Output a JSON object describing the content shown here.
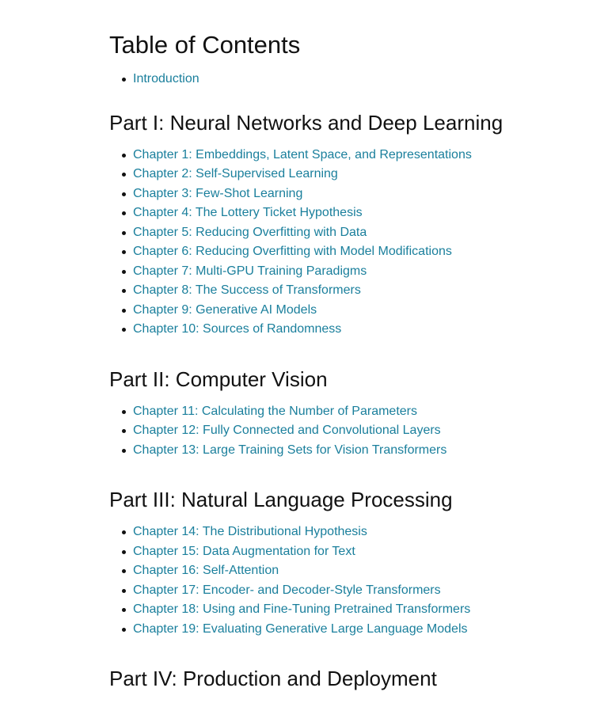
{
  "toc": {
    "title": "Table of Contents",
    "intro": [
      "Introduction"
    ],
    "parts": [
      {
        "title": "Part I: Neural Networks and Deep Learning",
        "chapters": [
          "Chapter 1: Embeddings, Latent Space, and Representations",
          "Chapter 2: Self-Supervised Learning",
          "Chapter 3: Few-Shot Learning",
          "Chapter 4: The Lottery Ticket Hypothesis",
          "Chapter 5: Reducing Overfitting with Data",
          "Chapter 6: Reducing Overfitting with Model Modifications",
          "Chapter 7: Multi-GPU Training Paradigms",
          "Chapter 8: The Success of Transformers",
          "Chapter 9: Generative AI Models",
          "Chapter 10: Sources of Randomness"
        ]
      },
      {
        "title": "Part II: Computer Vision",
        "chapters": [
          "Chapter 11: Calculating the Number of Parameters",
          "Chapter 12: Fully Connected and Convolutional Layers",
          "Chapter 13: Large Training Sets for Vision Transformers"
        ]
      },
      {
        "title": "Part III: Natural Language Processing",
        "chapters": [
          "Chapter 14: The Distributional Hypothesis",
          "Chapter 15: Data Augmentation for Text",
          "Chapter 16: Self-Attention",
          "Chapter 17: Encoder- and Decoder-Style Transformers",
          "Chapter 18: Using and Fine-Tuning Pretrained Transformers",
          "Chapter 19: Evaluating Generative Large Language Models"
        ]
      },
      {
        "title": "Part IV: Production and Deployment",
        "chapters": []
      }
    ]
  },
  "colors": {
    "link": "#1a7f9c",
    "text": "#111111",
    "background": "#ffffff"
  }
}
